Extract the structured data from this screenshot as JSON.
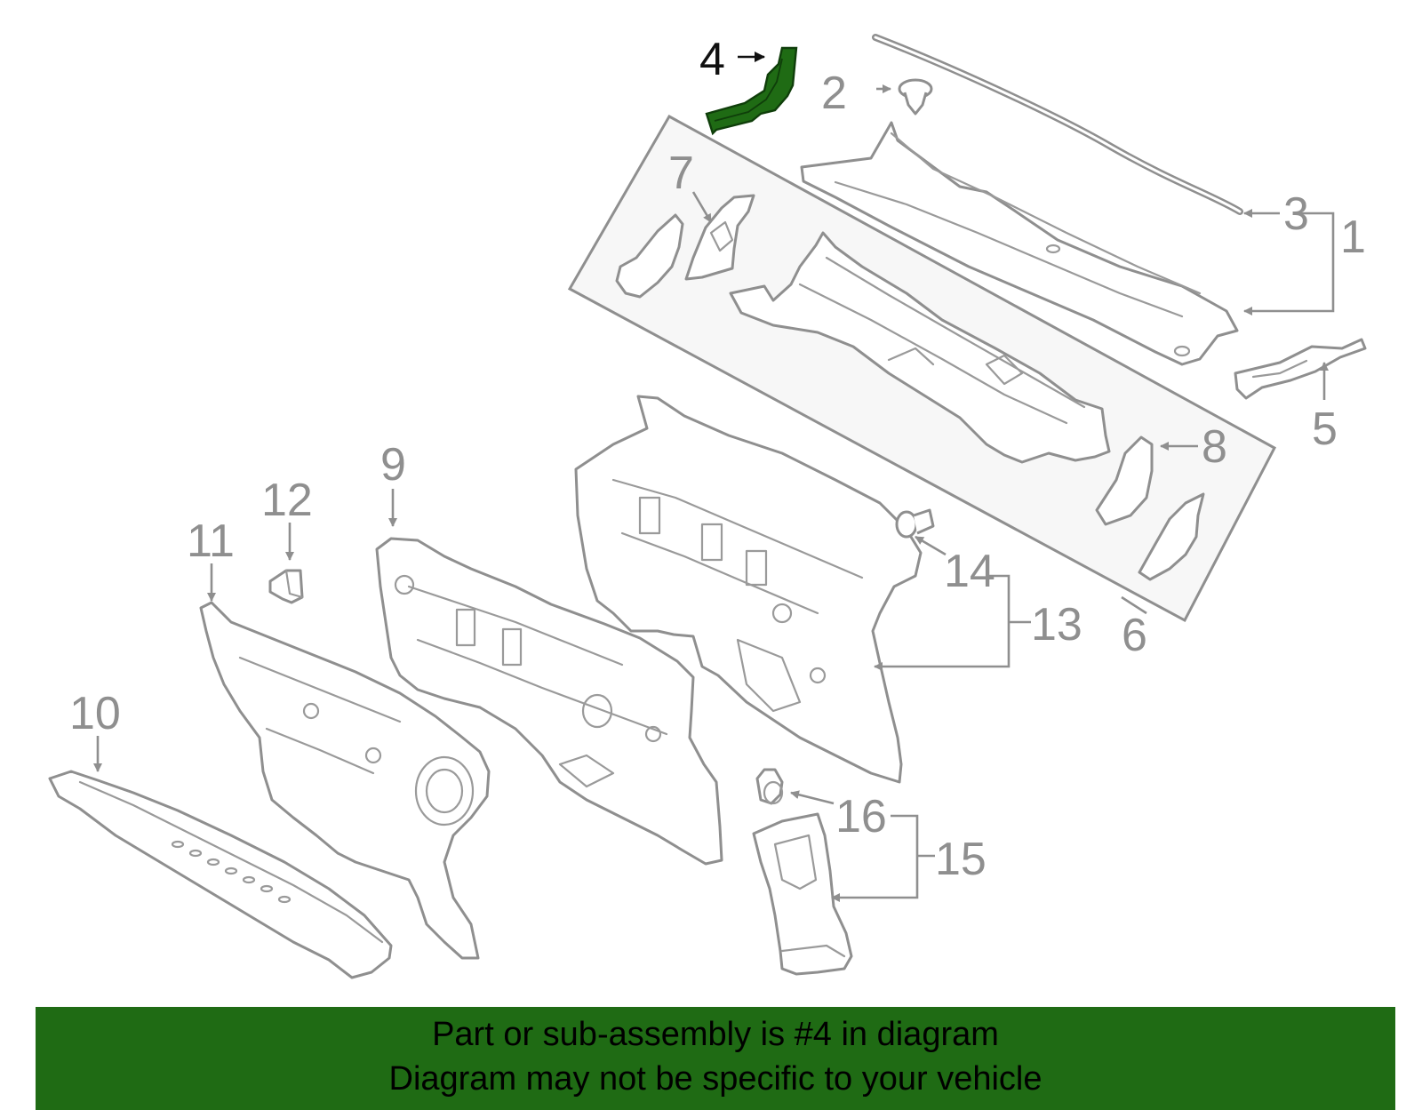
{
  "diagram": {
    "highlight_color": "#1f6b14",
    "callouts": {
      "c1": "1",
      "c2": "2",
      "c3": "3",
      "c4": "4",
      "c5": "5",
      "c6": "6",
      "c7": "7",
      "c8": "8",
      "c9": "9",
      "c10": "10",
      "c11": "11",
      "c12": "12",
      "c13": "13",
      "c14": "14",
      "c15": "15",
      "c16": "16"
    }
  },
  "banner": {
    "line1": "Part or sub-assembly is #4 in diagram",
    "line2": "Diagram may not be specific to your vehicle",
    "background": "#1f6b14"
  }
}
